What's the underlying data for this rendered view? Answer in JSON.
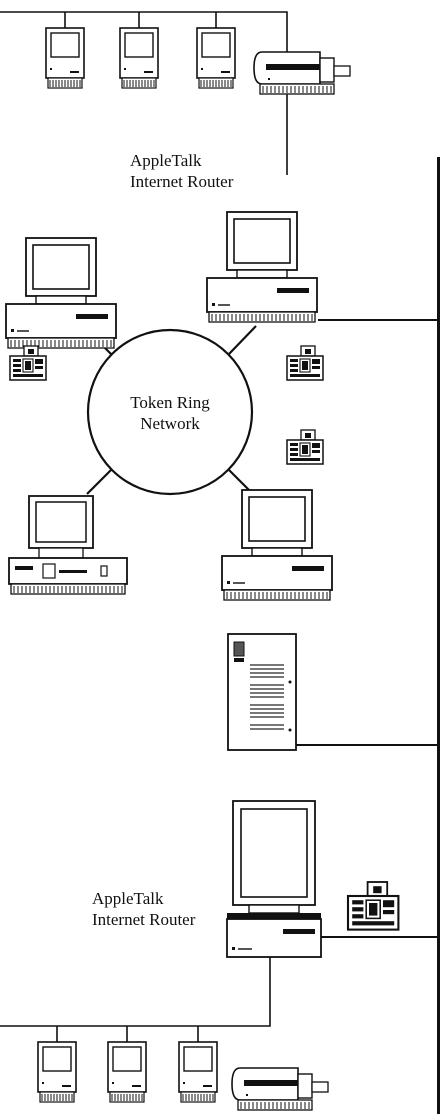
{
  "labels": {
    "router_top": [
      "AppleTalk",
      "Internet Router"
    ],
    "ring": [
      "Token Ring",
      "Network"
    ],
    "router_bottom": [
      "AppleTalk",
      "Internet Router"
    ]
  },
  "icons": {
    "compact_mac": "compact-mac-icon",
    "laserwriter": "laserwriter-printer-icon",
    "mac_ii_workstation": "macintosh-ii-workstation-icon",
    "pc_workstation": "pc-workstation-icon",
    "phone_fax": "phone-fax-icon",
    "file_server": "file-server-tower-icon",
    "portrait_display_mac": "portrait-display-mac-icon"
  }
}
